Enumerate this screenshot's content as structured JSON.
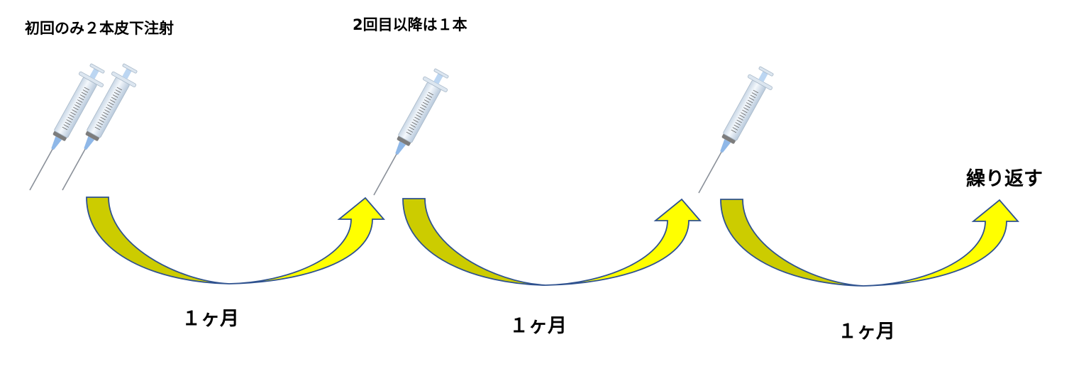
{
  "labels": {
    "first_dose": "初回のみ２本皮下注射",
    "subsequent_dose": "2回目以降は１本",
    "repeat": "繰り返す",
    "interval_1": "１ヶ月",
    "interval_2": "１ヶ月",
    "interval_3": "１ヶ月"
  },
  "colors": {
    "arrow_dark": "#cccc00",
    "arrow_light": "#ffff00",
    "arrow_stroke": "#2f528f"
  },
  "icons": [
    "syringe-icon",
    "curved-arrow-icon"
  ]
}
